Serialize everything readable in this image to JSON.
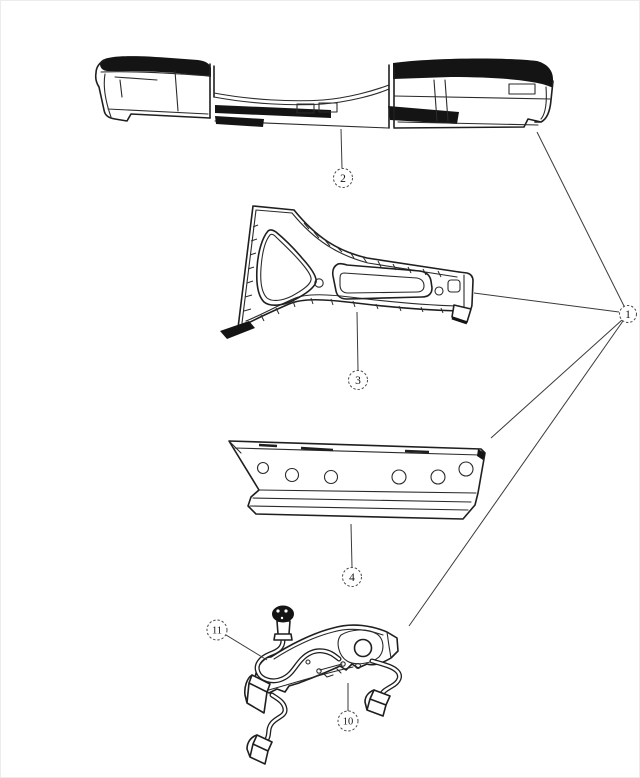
{
  "diagram": {
    "background": "#ffffff",
    "ink_color": "#1f1f1f",
    "pad_fill_color": "#141414",
    "callouts": [
      {
        "label": "1"
      },
      {
        "label": "2"
      },
      {
        "label": "3"
      },
      {
        "label": "4"
      },
      {
        "label": "10"
      },
      {
        "label": "11"
      }
    ]
  }
}
